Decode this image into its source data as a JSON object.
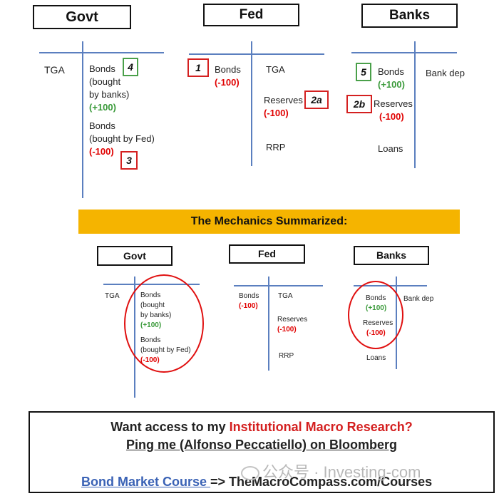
{
  "top": {
    "govt": {
      "title": "Govt",
      "left": "TGA",
      "bonds_banks_1": "Bonds",
      "bonds_banks_2": "(bought",
      "bonds_banks_3": "by banks)",
      "bonds_banks_val": "(+100)",
      "bonds_fed_1": "Bonds",
      "bonds_fed_2": "(bought by Fed)",
      "bonds_fed_val": "(-100)",
      "badge_4": "4",
      "badge_3": "3"
    },
    "fed": {
      "title": "Fed",
      "bonds": "Bonds",
      "bonds_val": "(-100)",
      "tga": "TGA",
      "reserves": "Reserves",
      "reserves_val": "(-100)",
      "rrp": "RRP",
      "badge_1": "1",
      "badge_2a": "2a"
    },
    "banks": {
      "title": "Banks",
      "bonds": "Bonds",
      "bonds_val": "(+100)",
      "reserves": "Reserves",
      "reserves_val": "(-100)",
      "loans": "Loans",
      "bank_dep": "Bank dep",
      "badge_5": "5",
      "badge_2b": "2b"
    }
  },
  "banner": "The Mechanics Summarized:",
  "bottom": {
    "govt": {
      "title": "Govt",
      "left": "TGA",
      "b1": "Bonds",
      "b2": "(bought",
      "b3": "by banks)",
      "b_val": "(+100)",
      "f1": "Bonds",
      "f2": "(bought by Fed)",
      "f_val": "(-100)"
    },
    "fed": {
      "title": "Fed",
      "bonds": "Bonds",
      "bonds_val": "(-100)",
      "tga": "TGA",
      "reserves": "Reserves",
      "reserves_val": "(-100)",
      "rrp": "RRP"
    },
    "banks": {
      "title": "Banks",
      "bonds": "Bonds",
      "bonds_val": "(+100)",
      "reserves": "Reserves",
      "reserves_val": "(-100)",
      "loans": "Loans",
      "bank_dep": "Bank dep"
    }
  },
  "footer": {
    "line1_a": "Want access to my ",
    "line1_b": "Institutional Macro Research?",
    "line2": "Ping me (Alfonso Peccatiello) on Bloomberg",
    "line3_link": "Bond Market Course ",
    "line3_rest": "=> TheMacroCompass.com/Courses"
  },
  "watermark": "公众号 · Investing-com",
  "colors": {
    "red": "#e00000",
    "green": "#3a9a3a",
    "axis": "#5b7fbf",
    "banner": "#f5b400",
    "link": "#3a62b5"
  }
}
